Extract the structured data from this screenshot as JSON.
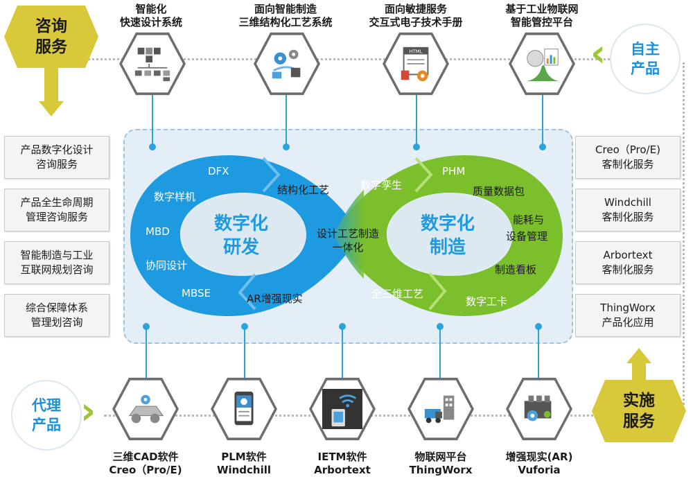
{
  "top_items": [
    {
      "label_line1": "智能化",
      "label_line2": "快速设计系统",
      "icon": "grid-hierarchy-icon"
    },
    {
      "label_line1": "面向智能制造",
      "label_line2": "三维结构化工艺系统",
      "icon": "gears-cube-icon"
    },
    {
      "label_line1": "面向敏捷服务",
      "label_line2": "交互式电子技术手册",
      "icon": "html-document-icon"
    },
    {
      "label_line1": "基于工业物联网",
      "label_line2": "智能管控平台",
      "icon": "analytics-chart-icon"
    }
  ],
  "bottom_items": [
    {
      "label_line1": "三维CAD软件",
      "label_line2": "Creo（Pro/E)",
      "icon": "cad-parts-icon"
    },
    {
      "label_line1": "PLM软件",
      "label_line2": "Windchill",
      "icon": "tablet-app-icon"
    },
    {
      "label_line1": "IETM软件",
      "label_line2": "Arbortext",
      "icon": "hand-wifi-icon"
    },
    {
      "label_line1": "物联网平台",
      "label_line2": "ThingWorx",
      "icon": "factory-truck-icon"
    },
    {
      "label_line1": "增强现实(AR)",
      "label_line2": "Vuforia",
      "icon": "engine-ar-icon"
    }
  ],
  "left_boxes": [
    {
      "line1": "产品数字化设计",
      "line2": "咨询服务"
    },
    {
      "line1": "产品全生命周期",
      "line2": "管理咨询服务"
    },
    {
      "line1": "智能制造与工业",
      "line2": "互联网规划咨询"
    },
    {
      "line1": "综合保障体系",
      "line2": "管理划咨询"
    }
  ],
  "right_boxes": [
    {
      "line1": "Creo（Pro/E)",
      "line2": "客制化服务"
    },
    {
      "line1": "Windchill",
      "line2": "客制化服务"
    },
    {
      "line1": "Arbortext",
      "line2": "客制化服务"
    },
    {
      "line1": "ThingWorx",
      "line2": "产品化应用"
    }
  ],
  "corners": {
    "consult": {
      "line1": "咨询",
      "line2": "服务"
    },
    "own_product": {
      "line1": "自主",
      "line2": "产品"
    },
    "agent_product": {
      "line1": "代理",
      "line2": "产品"
    },
    "implement": {
      "line1": "实施",
      "line2": "服务"
    }
  },
  "left_loop": {
    "title_line1": "数字化",
    "title_line2": "研发",
    "labels": [
      "DFX",
      "结构化工艺",
      "数字样机",
      "MBD",
      "协同设计",
      "MBSE",
      "AR增强现实"
    ]
  },
  "right_loop": {
    "title_line1": "数字化",
    "title_line2": "制造",
    "labels": [
      "数字孪生",
      "PHM",
      "质量数据包",
      "能耗与",
      "设备管理",
      "制造看板",
      "全三维工艺",
      "数字工卡"
    ]
  },
  "center_label": {
    "line1": "设计工艺制造",
    "line2": "一体化"
  },
  "colors": {
    "blue": "#1e9be0",
    "green": "#7cbf2c",
    "gold": "#d8c83a",
    "badge_text": "#1d8fd6"
  }
}
